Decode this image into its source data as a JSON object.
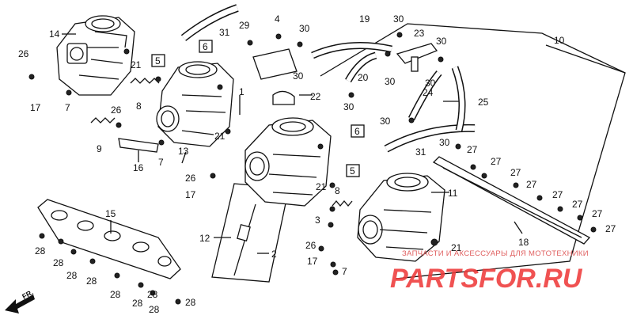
{
  "diagram": {
    "part_labels": {
      "p1": "1",
      "p2": "2",
      "p3": "3",
      "p4": "4",
      "p5a": "5",
      "p5b": "5",
      "p6a": "6",
      "p6b": "6",
      "p7a": "7",
      "p7b": "7",
      "p7c": "7",
      "p8a": "8",
      "p8b": "8",
      "p9": "9",
      "p10": "10",
      "p11": "11",
      "p12": "12",
      "p13": "13",
      "p14": "14",
      "p15": "15",
      "p16": "16",
      "p17a": "17",
      "p17b": "17",
      "p17c": "17",
      "p18": "18",
      "p19": "19",
      "p20": "20",
      "p21a": "21",
      "p21b": "21",
      "p21c": "21",
      "p21d": "21",
      "p22": "22",
      "p23": "23",
      "p24": "24",
      "p25": "25",
      "p26a": "26",
      "p26b": "26",
      "p26c": "26",
      "p26d": "26",
      "p27a": "27",
      "p27b": "27",
      "p27c": "27",
      "p27d": "27",
      "p27e": "27",
      "p27f": "27",
      "p27g": "27",
      "p28a": "28",
      "p28b": "28",
      "p28c": "28",
      "p28d": "28",
      "p28e": "28",
      "p28f": "28",
      "p28g": "28",
      "p28h": "28",
      "p28i": "28",
      "p29": "29",
      "p30a": "30",
      "p30b": "30",
      "p30c": "30",
      "p30d": "30",
      "p30e": "30",
      "p30f": "30",
      "p30g": "30",
      "p30h": "30",
      "p30i": "30",
      "p31a": "31",
      "p31b": "31"
    },
    "direction_label": "FR."
  },
  "watermark": {
    "tagline": "ЗАПЧАСТИ И АКСЕССУАРЫ ДЛЯ МОТОТЕХНИКИ",
    "brand": "PARTSFOR.RU"
  }
}
